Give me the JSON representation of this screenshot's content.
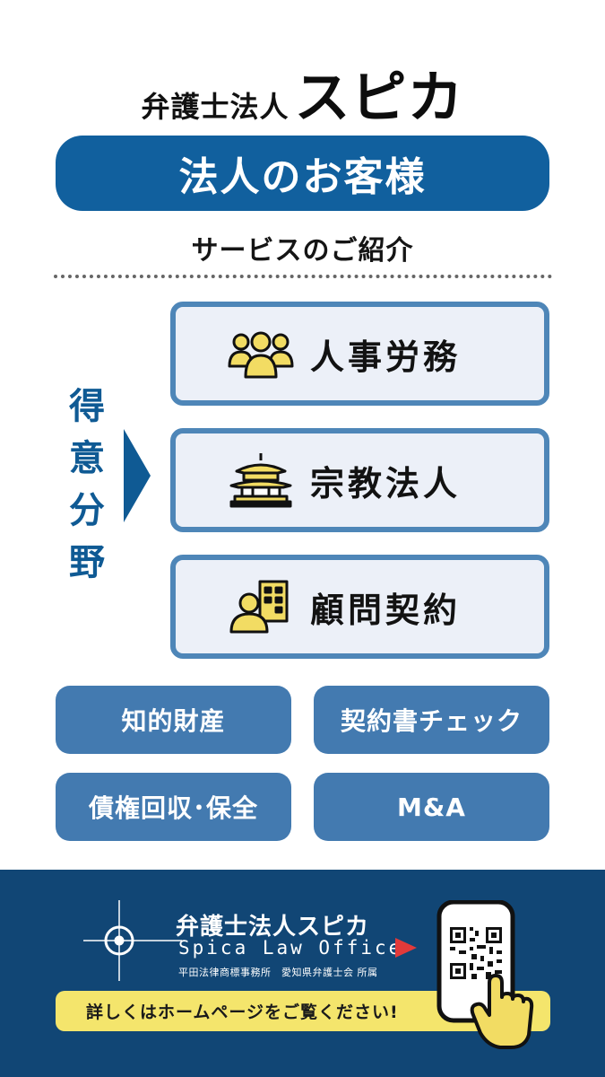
{
  "brand": {
    "prefix": "弁護士法人",
    "name": "スピカ"
  },
  "hero": {
    "title": "法人のお客様"
  },
  "subtitle": "サービスのご紹介",
  "specialty": {
    "vertical_label": [
      "得",
      "意",
      "分",
      "野"
    ],
    "cards": [
      {
        "label": "人事労務",
        "icon": "people-group-icon"
      },
      {
        "label": "宗教法人",
        "icon": "temple-icon"
      },
      {
        "label": "顧問契約",
        "icon": "person-building-icon"
      }
    ]
  },
  "tags": [
    "知的財産",
    "契約書チェック",
    "債権回収･保全",
    "M&A"
  ],
  "footer": {
    "name_ja": "弁護士法人スピカ",
    "name_en": "Spica Law Office",
    "affiliation": "平田法律商標事務所　愛知県弁護士会 所属",
    "cta": "詳しくはホームページをご覧ください!"
  },
  "colors": {
    "brand_blue": "#11609e",
    "card_border": "#4e86b8",
    "card_bg": "#ecf0f8",
    "tag_bg": "#437ab0",
    "footer_bg": "#114675",
    "cta_yellow": "#f4e56c",
    "icon_yellow": "#f2dc63",
    "accent_red": "#e23a3a"
  }
}
